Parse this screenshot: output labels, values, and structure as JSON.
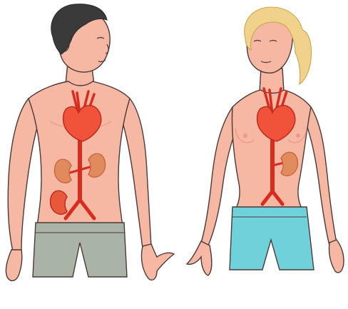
{
  "colors": {
    "background": "#ffffff",
    "skin": "#f6b7a3",
    "skin_shadow": "#e99a86",
    "outline": "#4a3a38",
    "male_hair": "#3a3a3a",
    "female_hair": "#f1d28a",
    "artery": "#d92b1e",
    "heart": "#f0523a",
    "kidney": "#e08a5e",
    "kidney_dark": "#c7653e",
    "male_shorts": "#a9b3a6",
    "female_shorts": "#6fd1d9"
  },
  "figures": [
    {
      "name": "male-figure",
      "organs": [
        "heart",
        "aorta",
        "left-kidney",
        "right-kidney"
      ]
    },
    {
      "name": "female-figure",
      "organs": [
        "heart",
        "aorta",
        "kidney"
      ]
    }
  ]
}
